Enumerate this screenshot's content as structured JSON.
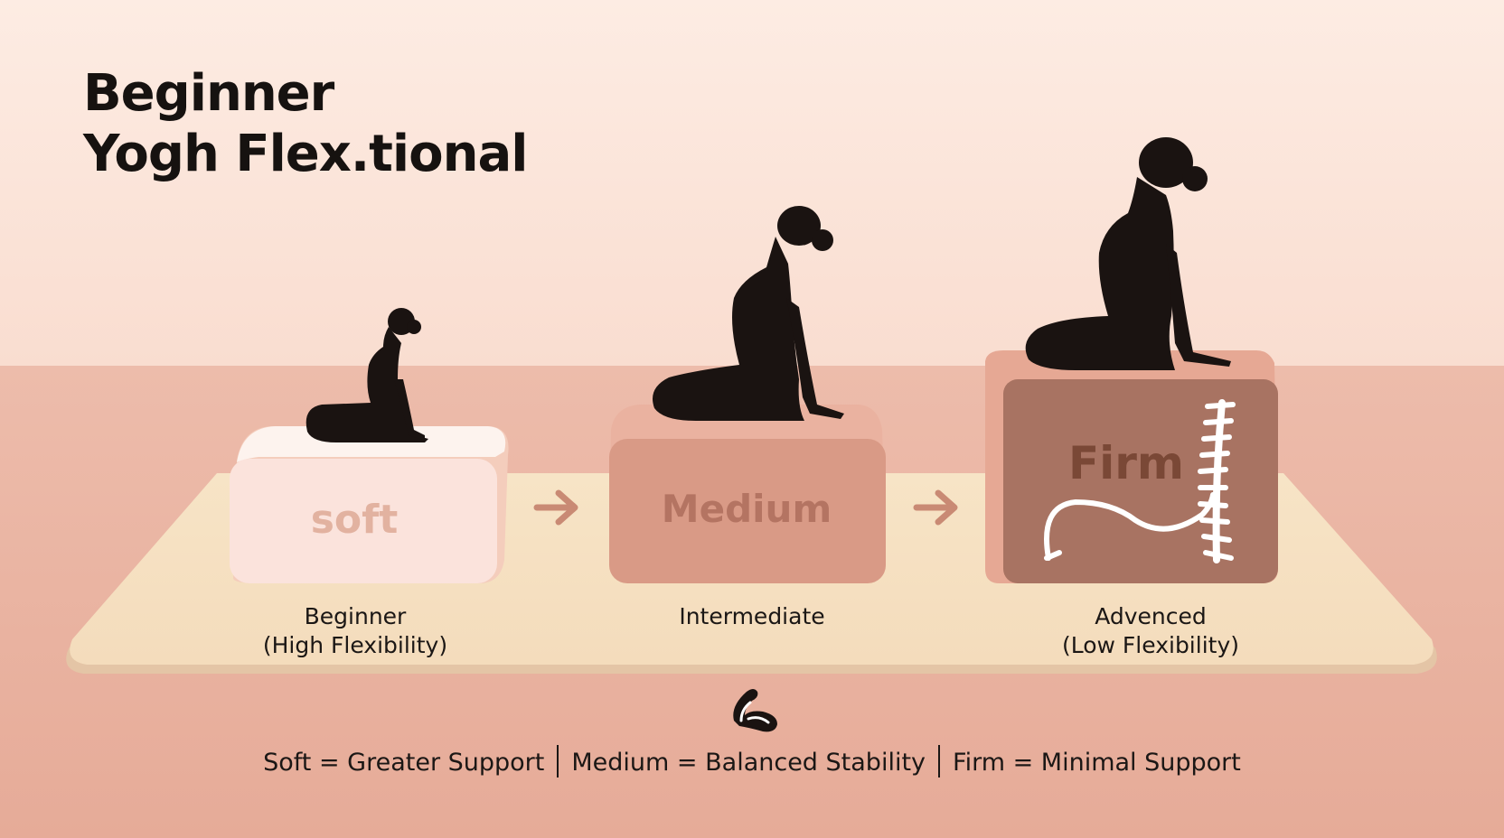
{
  "title": {
    "line1": "Beginner",
    "line2": "Yogh Flex.tional"
  },
  "blocks": [
    {
      "label": "soft",
      "level_line1": "Beginner",
      "level_line2": "(High Flexibility)",
      "color": "#fbe3dc",
      "text_color": "#e2b2a0"
    },
    {
      "label": "Medium",
      "level_line1": "Intermediate",
      "level_line2": "",
      "color": "#d99a86",
      "text_color": "#b47462"
    },
    {
      "label": "Firm",
      "level_line1": "Advenced",
      "level_line2": "(Low Flexibility)",
      "color": "#a87362",
      "text_color": "#7a4836"
    }
  ],
  "legend": {
    "items": [
      "Soft = Greater Support",
      "Medium = Balanced Stability",
      "Firm = Minimal Support"
    ]
  },
  "icons": [
    "arrow-right-icon",
    "arrow-right-icon",
    "spine-icon",
    "curve-arrow-icon",
    "arm-icon"
  ]
}
